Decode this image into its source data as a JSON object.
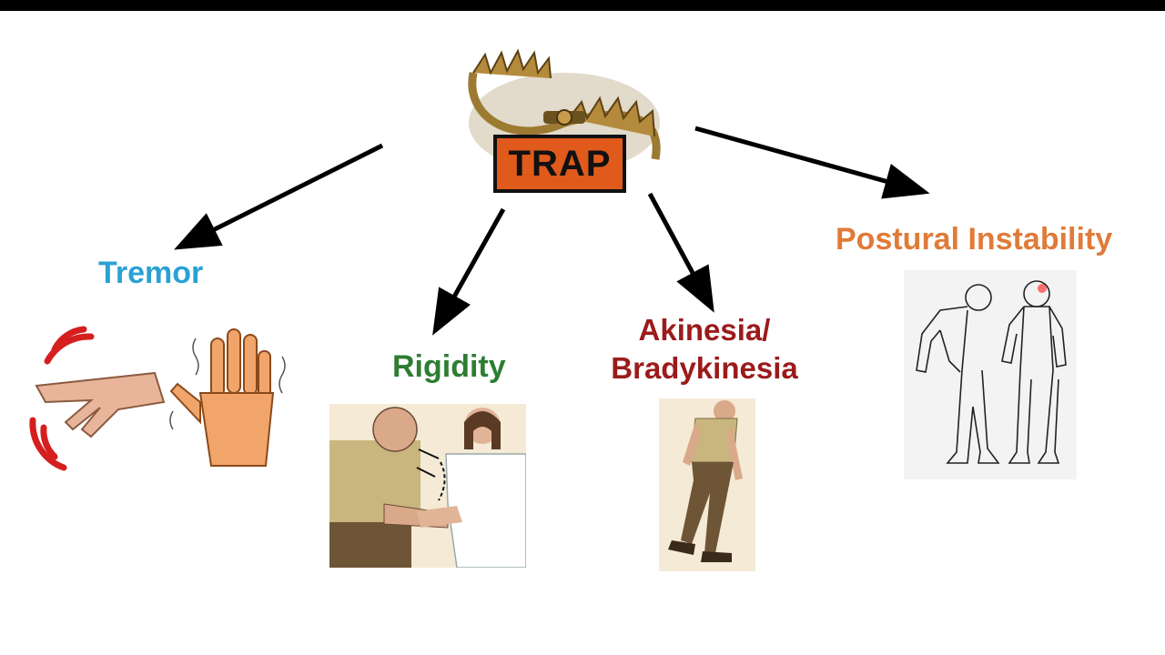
{
  "center": {
    "label": "TRAP",
    "box_color": "#e05a1c",
    "graphic": "bear-trap-icon"
  },
  "branches": [
    {
      "id": "tremor",
      "label": "Tremor",
      "color": "#2aa1d3",
      "illustration": "shaking-hands-icon"
    },
    {
      "id": "rigidity",
      "label": "Rigidity",
      "color": "#2e7d32",
      "illustration": "rigidity-exam-icon"
    },
    {
      "id": "akinesia",
      "label": "Akinesia/ Bradykinesia",
      "color": "#9b1b1b",
      "illustration": "shuffling-gait-icon"
    },
    {
      "id": "postural",
      "label": "Postural Instability",
      "color": "#e07b39",
      "illustration": "stooped-posture-icon"
    }
  ]
}
